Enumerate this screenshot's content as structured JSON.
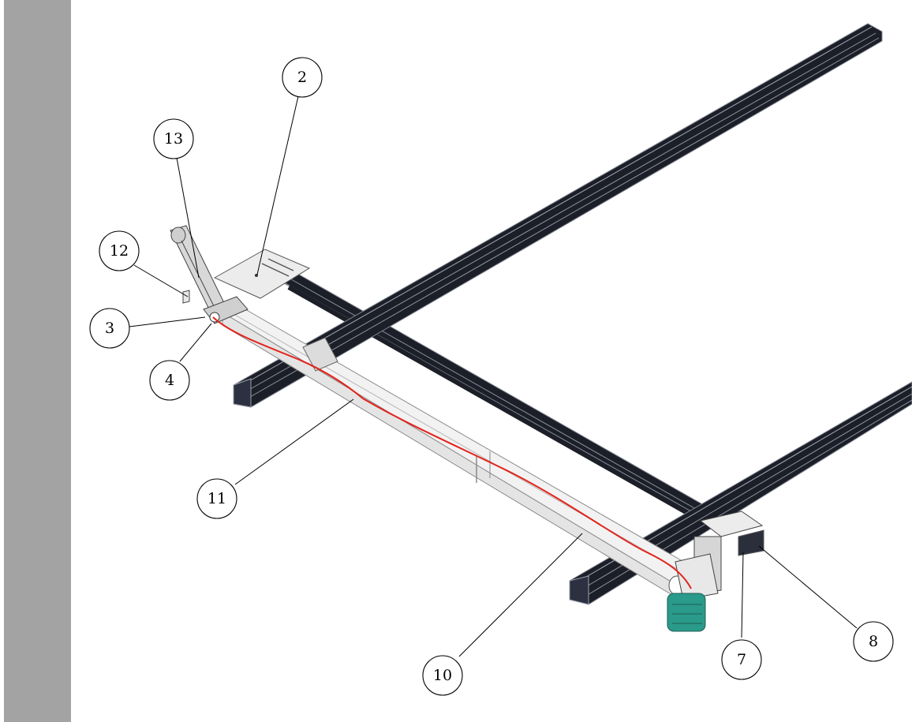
{
  "viewer": {
    "background": "#ffffff",
    "side_strip_color": "#a3a3a3"
  },
  "colors": {
    "rail_dark": "#1c1f27",
    "rail_edge": "#7f8592",
    "beam_face": "#f2f2f2",
    "beam_edge": "#8a8a8a",
    "cable": "#e2231a",
    "motor": "#2a9a8a",
    "plate": "#ececec"
  },
  "callouts": [
    {
      "id": "c2",
      "label": "2"
    },
    {
      "id": "c13",
      "label": "13"
    },
    {
      "id": "c12",
      "label": "12"
    },
    {
      "id": "c3",
      "label": "3"
    },
    {
      "id": "c4",
      "label": "4"
    },
    {
      "id": "c11",
      "label": "11"
    },
    {
      "id": "c10",
      "label": "10"
    },
    {
      "id": "c7",
      "label": "7"
    },
    {
      "id": "c8",
      "label": "8"
    }
  ]
}
